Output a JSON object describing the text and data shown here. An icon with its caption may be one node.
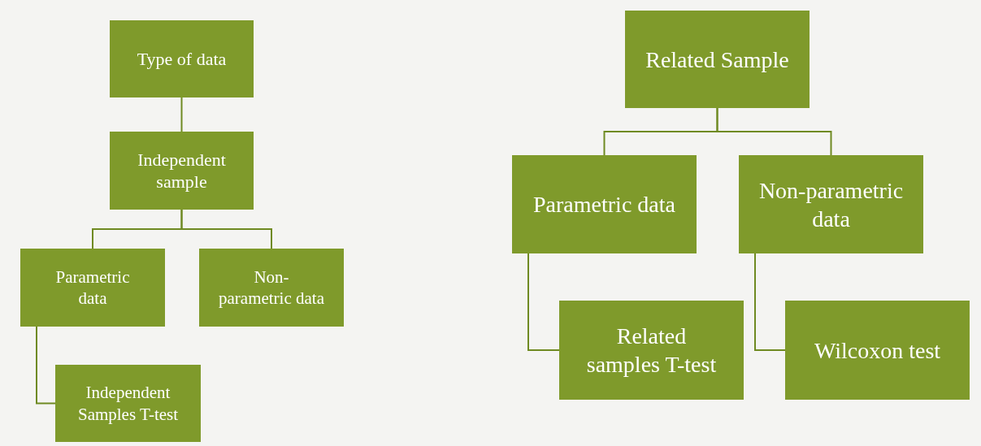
{
  "diagram": {
    "nodes": [
      {
        "text": [
          "Type of data"
        ]
      },
      {
        "text": [
          "Independent sample"
        ]
      },
      {
        "text": [
          "Parametric data"
        ]
      },
      {
        "text": [
          "Non-parametric data"
        ]
      },
      {
        "text": [
          "Independent Samples T-test"
        ]
      },
      {
        "text": [
          "Related Sample"
        ]
      },
      {
        "text": [
          "Parametric data"
        ]
      },
      {
        "text": [
          "Non-parametric data"
        ]
      },
      {
        "text": [
          "Related samples T-test"
        ]
      },
      {
        "text": [
          "Wilcoxon test"
        ]
      }
    ],
    "edges": [
      {
        "from": 0,
        "to": 1,
        "arrow": "none"
      },
      {
        "from": 1,
        "to": 2,
        "arrow": "none"
      },
      {
        "from": 1,
        "to": 3,
        "arrow": "none"
      },
      {
        "from": 2,
        "to": 4,
        "arrow": "none"
      },
      {
        "from": 5,
        "to": 6,
        "arrow": "none"
      },
      {
        "from": 5,
        "to": 7,
        "arrow": "none"
      },
      {
        "from": 6,
        "to": 8,
        "arrow": "none"
      },
      {
        "from": 7,
        "to": 9,
        "arrow": "none"
      }
    ]
  }
}
